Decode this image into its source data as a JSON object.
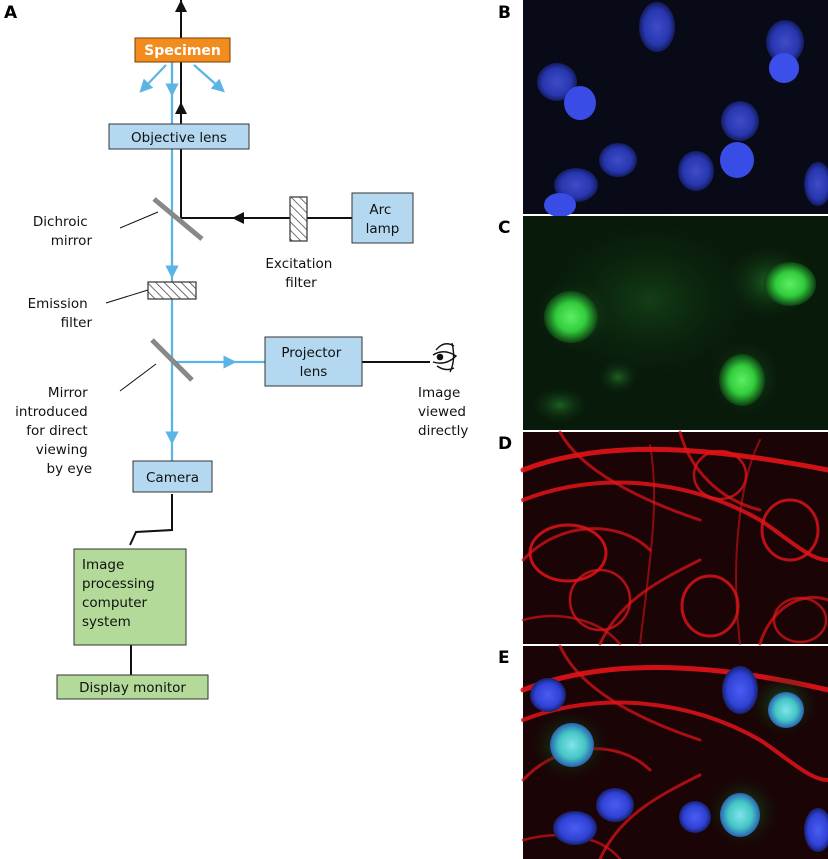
{
  "panels": {
    "a": "A",
    "b": "B",
    "c": "C",
    "d": "D",
    "e": "E"
  },
  "components": {
    "specimen": "Specimen",
    "objective_lens": "Objective lens",
    "arc_lamp": [
      "Arc",
      "lamp"
    ],
    "projector_lens": [
      "Projector",
      "lens"
    ],
    "camera": "Camera",
    "image_processing": [
      "Image",
      "processing",
      "computer",
      "system"
    ],
    "display_monitor": "Display monitor"
  },
  "annotations": {
    "dichroic_mirror": [
      "Dichroic",
      "mirror"
    ],
    "excitation_filter": [
      "Excitation",
      "filter"
    ],
    "emission_filter": [
      "Emission",
      "filter"
    ],
    "mirror_direct": [
      "Mirror",
      "introduced",
      "for direct",
      "viewing",
      "by eye"
    ],
    "image_viewed": [
      "Image",
      "viewed",
      "directly"
    ]
  },
  "colors": {
    "light_path": "#5ab4e5",
    "excitation_path": "#111111",
    "box_blue": "#b3d8ef",
    "box_green": "#b3da98",
    "specimen": "#f28c1e",
    "stain_nucleus": "#2f43d8",
    "stain_green": "#35d640",
    "stain_red": "#e4141a"
  },
  "icons": {
    "eye": "eye-icon"
  }
}
